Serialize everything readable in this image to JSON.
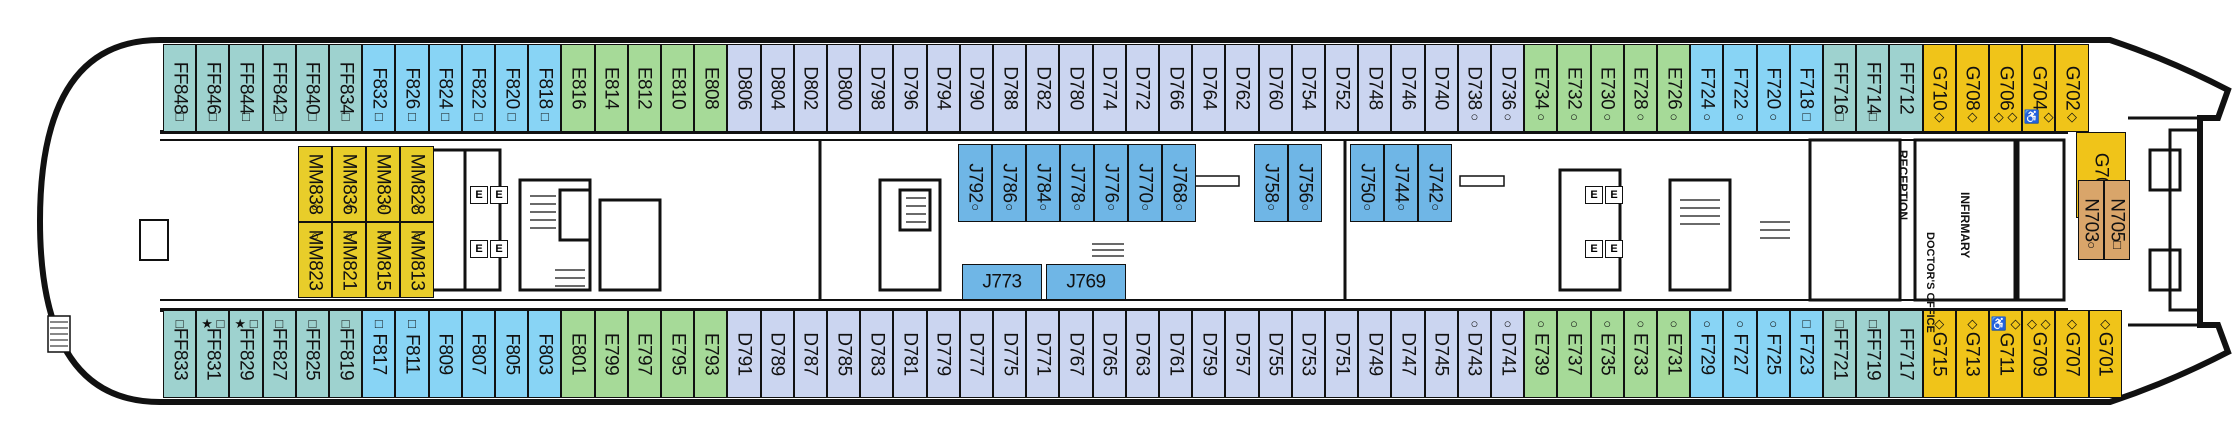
{
  "colors": {
    "teal": "#9ed2cf",
    "blue": "#88d4f5",
    "green": "#a6da98",
    "lavender": "#cbd5f0",
    "yellow": "#f2c21c",
    "gold": "#f0c419",
    "darkblue": "#6fb6e6",
    "tan": "#d9a56a",
    "olive": "#e8cd2a"
  },
  "labels": {
    "reception": "RECEPTION",
    "infirmary": "INFIRMARY",
    "doctors_office": "DOCTOR'S OFFICE"
  },
  "top_row": [
    {
      "id": "FF848",
      "c": "teal",
      "s": "square"
    },
    {
      "id": "FF846",
      "c": "teal",
      "s": "square"
    },
    {
      "id": "FF844",
      "c": "teal",
      "s": "square"
    },
    {
      "id": "FF842",
      "c": "teal",
      "s": "square"
    },
    {
      "id": "FF840",
      "c": "teal",
      "s": "square"
    },
    {
      "id": "FF834",
      "c": "teal",
      "s": "square"
    },
    {
      "id": "F832",
      "c": "blue",
      "s": "square"
    },
    {
      "id": "F826",
      "c": "blue",
      "s": "square"
    },
    {
      "id": "F824",
      "c": "blue",
      "s": "square"
    },
    {
      "id": "F822",
      "c": "blue",
      "s": "square"
    },
    {
      "id": "F820",
      "c": "blue",
      "s": "square"
    },
    {
      "id": "F818",
      "c": "blue",
      "s": "square"
    },
    {
      "id": "E816",
      "c": "green",
      "s": ""
    },
    {
      "id": "E814",
      "c": "green",
      "s": ""
    },
    {
      "id": "E812",
      "c": "green",
      "s": ""
    },
    {
      "id": "E810",
      "c": "green",
      "s": ""
    },
    {
      "id": "E808",
      "c": "green",
      "s": ""
    },
    {
      "id": "D806",
      "c": "lavender",
      "s": ""
    },
    {
      "id": "D804",
      "c": "lavender",
      "s": ""
    },
    {
      "id": "D802",
      "c": "lavender",
      "s": ""
    },
    {
      "id": "D800",
      "c": "lavender",
      "s": ""
    },
    {
      "id": "D798",
      "c": "lavender",
      "s": ""
    },
    {
      "id": "D796",
      "c": "lavender",
      "s": ""
    },
    {
      "id": "D794",
      "c": "lavender",
      "s": ""
    },
    {
      "id": "D790",
      "c": "lavender",
      "s": ""
    },
    {
      "id": "D788",
      "c": "lavender",
      "s": ""
    },
    {
      "id": "D782",
      "c": "lavender",
      "s": ""
    },
    {
      "id": "D780",
      "c": "lavender",
      "s": ""
    },
    {
      "id": "D774",
      "c": "lavender",
      "s": ""
    },
    {
      "id": "D772",
      "c": "lavender",
      "s": ""
    },
    {
      "id": "D766",
      "c": "lavender",
      "s": ""
    },
    {
      "id": "D764",
      "c": "lavender",
      "s": ""
    },
    {
      "id": "D762",
      "c": "lavender",
      "s": ""
    },
    {
      "id": "D760",
      "c": "lavender",
      "s": ""
    },
    {
      "id": "D754",
      "c": "lavender",
      "s": ""
    },
    {
      "id": "D752",
      "c": "lavender",
      "s": ""
    },
    {
      "id": "D748",
      "c": "lavender",
      "s": ""
    },
    {
      "id": "D746",
      "c": "lavender",
      "s": ""
    },
    {
      "id": "D740",
      "c": "lavender",
      "s": ""
    },
    {
      "id": "D738",
      "c": "lavender",
      "s": "circle"
    },
    {
      "id": "D736",
      "c": "lavender",
      "s": "circle"
    },
    {
      "id": "E734",
      "c": "green",
      "s": "circle"
    },
    {
      "id": "E732",
      "c": "green",
      "s": "circle"
    },
    {
      "id": "E730",
      "c": "green",
      "s": "circle"
    },
    {
      "id": "E728",
      "c": "green",
      "s": "circle"
    },
    {
      "id": "E726",
      "c": "green",
      "s": "circle"
    },
    {
      "id": "F724",
      "c": "blue",
      "s": "circle"
    },
    {
      "id": "F722",
      "c": "blue",
      "s": "circle"
    },
    {
      "id": "F720",
      "c": "blue",
      "s": "circle"
    },
    {
      "id": "F718",
      "c": "blue",
      "s": "square"
    },
    {
      "id": "FF716",
      "c": "teal",
      "s": "square"
    },
    {
      "id": "FF714",
      "c": "teal",
      "s": "square"
    },
    {
      "id": "FF712",
      "c": "teal",
      "s": ""
    },
    {
      "id": "G710",
      "c": "gold",
      "s": "diamond"
    },
    {
      "id": "G708",
      "c": "gold",
      "s": "diamond"
    },
    {
      "id": "G706",
      "c": "gold",
      "s": "diamond2"
    },
    {
      "id": "G704",
      "c": "gold",
      "s": "wheel"
    },
    {
      "id": "G702",
      "c": "gold",
      "s": "diamond"
    }
  ],
  "bottom_row": [
    {
      "id": "FF833",
      "c": "teal",
      "s": "square"
    },
    {
      "id": "FF831",
      "c": "teal",
      "s": "starsq"
    },
    {
      "id": "FF829",
      "c": "teal",
      "s": "starsq"
    },
    {
      "id": "FF827",
      "c": "teal",
      "s": "square"
    },
    {
      "id": "FF825",
      "c": "teal",
      "s": "square"
    },
    {
      "id": "FF819",
      "c": "teal",
      "s": "square"
    },
    {
      "id": "F817",
      "c": "blue",
      "s": "square"
    },
    {
      "id": "F811",
      "c": "blue",
      "s": "square"
    },
    {
      "id": "F809",
      "c": "blue",
      "s": ""
    },
    {
      "id": "F807",
      "c": "blue",
      "s": ""
    },
    {
      "id": "F805",
      "c": "blue",
      "s": ""
    },
    {
      "id": "F803",
      "c": "blue",
      "s": ""
    },
    {
      "id": "E801",
      "c": "green",
      "s": ""
    },
    {
      "id": "E799",
      "c": "green",
      "s": ""
    },
    {
      "id": "E797",
      "c": "green",
      "s": ""
    },
    {
      "id": "E795",
      "c": "green",
      "s": ""
    },
    {
      "id": "E793",
      "c": "green",
      "s": ""
    },
    {
      "id": "D791",
      "c": "lavender",
      "s": ""
    },
    {
      "id": "D789",
      "c": "lavender",
      "s": ""
    },
    {
      "id": "D787",
      "c": "lavender",
      "s": ""
    },
    {
      "id": "D785",
      "c": "lavender",
      "s": ""
    },
    {
      "id": "D783",
      "c": "lavender",
      "s": ""
    },
    {
      "id": "D781",
      "c": "lavender",
      "s": ""
    },
    {
      "id": "D779",
      "c": "lavender",
      "s": ""
    },
    {
      "id": "D777",
      "c": "lavender",
      "s": ""
    },
    {
      "id": "D775",
      "c": "lavender",
      "s": ""
    },
    {
      "id": "D771",
      "c": "lavender",
      "s": ""
    },
    {
      "id": "D767",
      "c": "lavender",
      "s": ""
    },
    {
      "id": "D765",
      "c": "lavender",
      "s": ""
    },
    {
      "id": "D763",
      "c": "lavender",
      "s": ""
    },
    {
      "id": "D761",
      "c": "lavender",
      "s": ""
    },
    {
      "id": "D759",
      "c": "lavender",
      "s": ""
    },
    {
      "id": "D757",
      "c": "lavender",
      "s": ""
    },
    {
      "id": "D755",
      "c": "lavender",
      "s": ""
    },
    {
      "id": "D753",
      "c": "lavender",
      "s": ""
    },
    {
      "id": "D751",
      "c": "lavender",
      "s": ""
    },
    {
      "id": "D749",
      "c": "lavender",
      "s": ""
    },
    {
      "id": "D747",
      "c": "lavender",
      "s": ""
    },
    {
      "id": "D745",
      "c": "lavender",
      "s": ""
    },
    {
      "id": "D743",
      "c": "lavender",
      "s": "circle"
    },
    {
      "id": "D741",
      "c": "lavender",
      "s": "circle"
    },
    {
      "id": "E739",
      "c": "green",
      "s": "circle"
    },
    {
      "id": "E737",
      "c": "green",
      "s": "circle"
    },
    {
      "id": "E735",
      "c": "green",
      "s": "circle"
    },
    {
      "id": "E733",
      "c": "green",
      "s": "circle"
    },
    {
      "id": "E731",
      "c": "green",
      "s": "circle"
    },
    {
      "id": "F729",
      "c": "blue",
      "s": "circle"
    },
    {
      "id": "F727",
      "c": "blue",
      "s": "circle"
    },
    {
      "id": "F725",
      "c": "blue",
      "s": "circle"
    },
    {
      "id": "F723",
      "c": "blue",
      "s": "square"
    },
    {
      "id": "FF721",
      "c": "teal",
      "s": "square"
    },
    {
      "id": "FF719",
      "c": "teal",
      "s": "square"
    },
    {
      "id": "FF717",
      "c": "teal",
      "s": ""
    },
    {
      "id": "G715",
      "c": "gold",
      "s": "diamond"
    },
    {
      "id": "G713",
      "c": "gold",
      "s": "diamond"
    },
    {
      "id": "G711",
      "c": "gold",
      "s": "wheel"
    },
    {
      "id": "G709",
      "c": "gold",
      "s": "diamond2"
    },
    {
      "id": "G707",
      "c": "gold",
      "s": "diamond"
    },
    {
      "id": "G701",
      "c": "gold",
      "s": "diamond"
    }
  ],
  "mm_top": [
    {
      "id": "MM838",
      "s": "circle"
    },
    {
      "id": "MM836",
      "s": "circle"
    },
    {
      "id": "MM830",
      "s": "circle"
    },
    {
      "id": "MM828",
      "s": "circle"
    }
  ],
  "mm_bottom": [
    {
      "id": "MM823",
      "s": "circle"
    },
    {
      "id": "MM821",
      "s": "circle"
    },
    {
      "id": "MM815",
      "s": "circle"
    },
    {
      "id": "MM813",
      "s": "circle"
    }
  ],
  "j_cabins": [
    {
      "id": "J792",
      "s": "circle"
    },
    {
      "id": "J786",
      "s": "circle"
    },
    {
      "id": "J784",
      "s": "circle"
    },
    {
      "id": "J778",
      "s": "circle"
    },
    {
      "id": "J776",
      "s": "circle"
    },
    {
      "id": "J770",
      "s": "circle"
    },
    {
      "id": "J768",
      "s": "circle"
    },
    {
      "id": "J758",
      "s": "circle"
    },
    {
      "id": "J756",
      "s": "circle"
    },
    {
      "id": "J750",
      "s": "circle"
    },
    {
      "id": "J744",
      "s": "circle"
    },
    {
      "id": "J742",
      "s": "circle"
    }
  ],
  "j_horizontal": [
    {
      "id": "J773"
    },
    {
      "id": "J769"
    }
  ],
  "g700": {
    "id": "G700",
    "s": "circle"
  },
  "n_cabins": [
    {
      "id": "N703",
      "s": "circle"
    },
    {
      "id": "N705",
      "s": "square"
    }
  ],
  "elevator_mark": "E"
}
